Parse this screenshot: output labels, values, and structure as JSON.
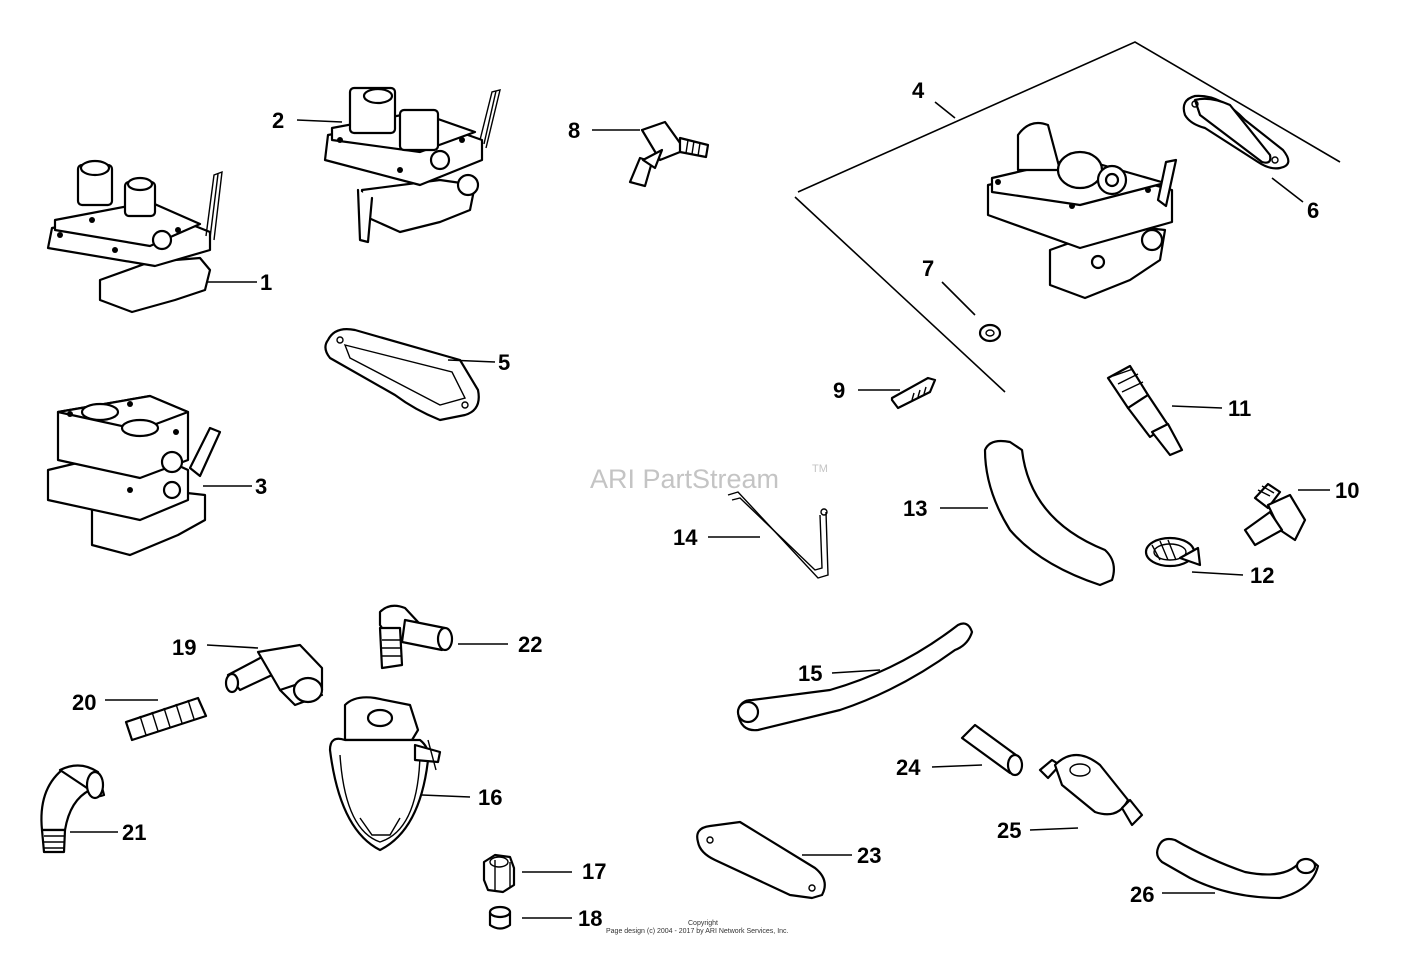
{
  "watermark": {
    "text": "ARI PartStream",
    "trademark": "TM"
  },
  "copyright": {
    "line1": "Copyright",
    "line2": "Page design (c) 2004 - 2017 by ARI Network Services, Inc."
  },
  "callouts": [
    "1",
    "2",
    "3",
    "4",
    "5",
    "6",
    "7",
    "8",
    "9",
    "10",
    "11",
    "12",
    "13",
    "14",
    "15",
    "16",
    "17",
    "18",
    "19",
    "20",
    "21",
    "22",
    "23",
    "24",
    "25",
    "26"
  ]
}
